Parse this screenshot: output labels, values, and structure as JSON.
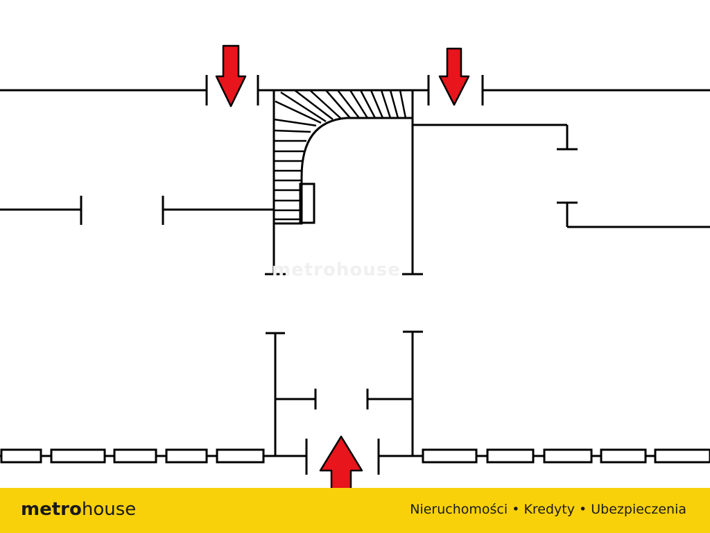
{
  "brand": {
    "logo_part1": "metro",
    "logo_part2": "house",
    "tagline": "Nieruchomości • Kredyty • Ubezpieczenia",
    "bar_color": "#f9d10b"
  },
  "watermark": "metrohouse",
  "colors": {
    "wall": "#000000",
    "arrow": "#e8151c",
    "arrow_outline": "#000000"
  },
  "icons": {
    "entrance_arrows": [
      "arrow-down-icon",
      "arrow-down-icon",
      "arrow-up-icon"
    ]
  }
}
